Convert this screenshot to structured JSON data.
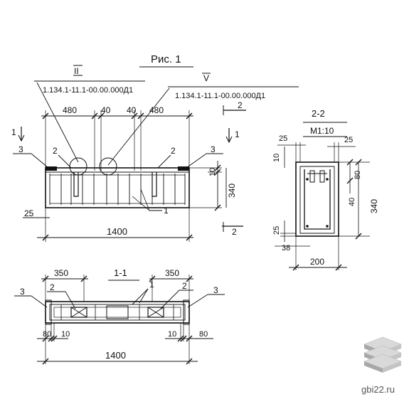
{
  "figure_title": "Рис. 1",
  "callouts": {
    "ii_numeral": "II",
    "ii_ref": "1.134.1-11.1-00.00.000Д1",
    "v_numeral": "V",
    "v_ref": "1.134.1-11.1-00.00.000Д1"
  },
  "elevation": {
    "dim_480_left": "480",
    "dim_40_left": "40",
    "dim_40_right": "40",
    "dim_480_right": "480",
    "dim_length": "1400",
    "dim_25": "25",
    "dim_10": "10",
    "dim_340": "340",
    "pos_1": "1",
    "pos_2a": "2",
    "pos_2b": "2",
    "pos_3a": "3",
    "pos_3b": "3",
    "cut_1_top": "1",
    "cut_1_right": "1",
    "cut_2_top": "2",
    "cut_2_bottom": "2"
  },
  "section_2_2": {
    "title": "2-2",
    "scale": "М1:10",
    "dim_25_left": "25",
    "dim_25_right": "25",
    "dim_10": "10",
    "dim_80": "80",
    "dim_40": "40",
    "dim_340": "340",
    "dim_25_low": "25",
    "dim_38": "38",
    "dim_200": "200"
  },
  "plan_1_1": {
    "title": "1-1",
    "dim_350_left": "350",
    "dim_350_right": "350",
    "dim_80_left": "80",
    "dim_10_left": "10",
    "dim_10_right": "10",
    "dim_80_right": "80",
    "dim_length": "1400",
    "pos_1": "1",
    "pos_2a": "2",
    "pos_2b": "2",
    "pos_3a": "3",
    "pos_3b": "3"
  },
  "watermark": "gbi22.ru",
  "colors": {
    "ink": "#111111",
    "logo": "#b8b8b8"
  }
}
